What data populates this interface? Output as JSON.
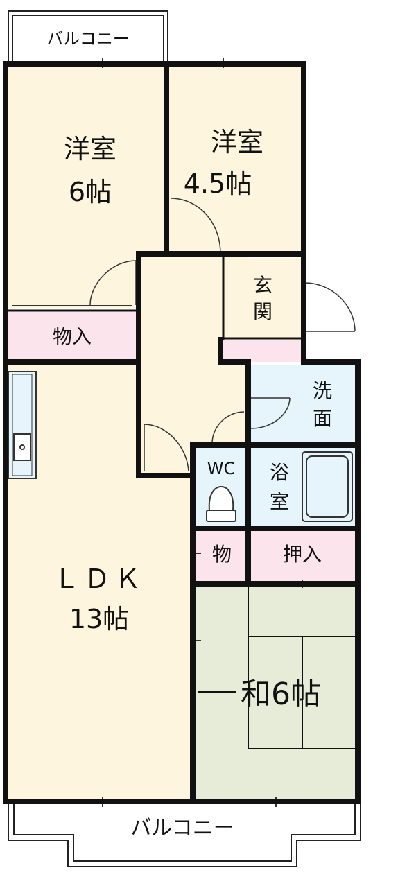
{
  "floor_plan": {
    "balcony_top": "バルコニー",
    "balcony_bottom": "バルコニー",
    "room_western_1": {
      "name": "洋室",
      "size": "6帖"
    },
    "room_western_2": {
      "name": "洋室",
      "size": "4.5帖"
    },
    "entrance": {
      "line1": "玄",
      "line2": "関"
    },
    "storage_1": "物入",
    "washroom": {
      "line1": "洗",
      "line2": "面"
    },
    "wc": "WC",
    "bath": {
      "line1": "浴",
      "line2": "室"
    },
    "storage_2": "物",
    "closet": "押入",
    "ldk": {
      "name": "ＬＤＫ",
      "size": "13帖"
    },
    "washitsu": "和6帖"
  },
  "colors": {
    "room_cream": "#fdf5dd",
    "storage_pink": "#fce4ec",
    "wet_blue": "#e6f4fb",
    "tatami_green": "#e6ecd8",
    "wall": "#111111"
  }
}
